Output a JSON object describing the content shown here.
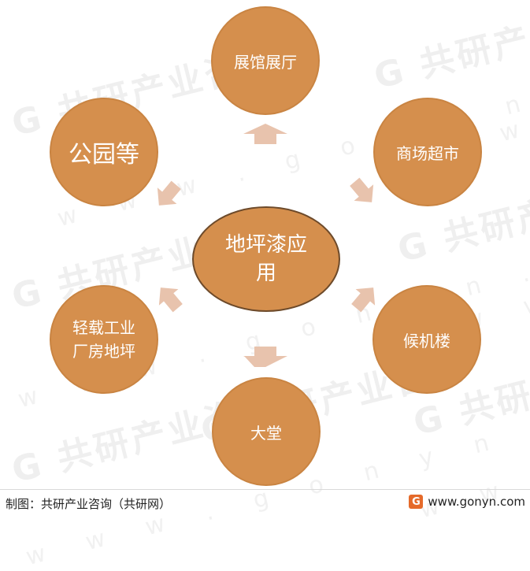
{
  "center": {
    "line1": "地坪漆应",
    "line2": "用"
  },
  "nodes": {
    "exhibition": "展馆展厅",
    "mall": "商场超市",
    "park": "公园等",
    "terminal": "候机楼",
    "factory_line1": "轻载工业",
    "factory_line2": "厂房地坪",
    "hall": "大堂"
  },
  "footer": {
    "source": "制图：共研产业咨询（共研网）",
    "url": "www.gonyn.com",
    "logo_letter": "G"
  },
  "watermark": {
    "brand": "共研产业咨询",
    "domain": "w w w . g o n y n . c o m"
  },
  "colors": {
    "node_fill": "#d58f4d",
    "arrow_fill": "#e8c3ad",
    "center_border": "#6d4a2a"
  }
}
